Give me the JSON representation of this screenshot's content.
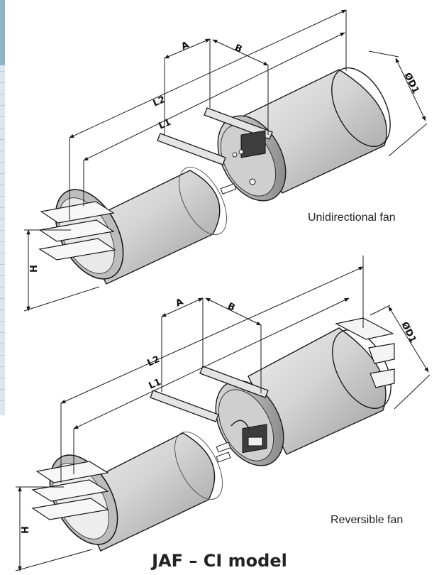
{
  "title": "JAF – CI model",
  "figures": [
    {
      "caption": "Unidirectional fan",
      "dimensions": {
        "a": "A",
        "b": "B",
        "l1": "L1",
        "l2": "L2",
        "d1": "ØD1",
        "h": "H"
      }
    },
    {
      "caption": "Reversible  fan",
      "dimensions": {
        "a": "A",
        "b": "B",
        "l1": "L1",
        "l2": "L2",
        "d1": "ØD1",
        "h": "H"
      }
    }
  ],
  "colors": {
    "line": "#1a1a1a",
    "body": "#d3d3d3",
    "body_dark": "#9e9e9e",
    "edge_strip": "#dbe6ee"
  }
}
